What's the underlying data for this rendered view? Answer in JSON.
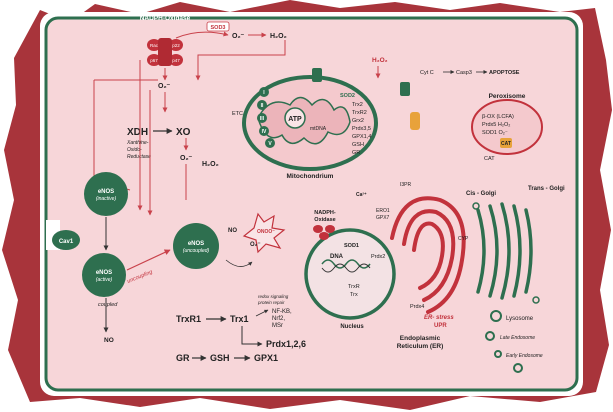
{
  "diagram": {
    "colors": {
      "background_splash": "#a8343b",
      "cell_fill": "#f7d6d9",
      "membrane_green": "#2e6f4f",
      "enzyme_red": "#c2323c",
      "arrow_red": "#c9424b",
      "nucleus_fill": "#f3e2e4",
      "mito_fill": "#f4c9cd",
      "dark_text": "#222222"
    },
    "labels": {
      "nadph_oxidase_top": "NADPH-Oxidase",
      "rac": "Rac",
      "p22": "p22",
      "p67": "p67",
      "p47": "p47",
      "sod3": "SOD3",
      "o2_top": "O₂⁻",
      "h2o2_top": "H₂O₂",
      "o2_left": "O₂⁻",
      "xdh": "XDH",
      "xo": "XO",
      "xanthine_name": "Xanthine-\nOxido-\nReductase",
      "o2_xo": "O₂⁻",
      "h2o2_mid": "H₂O₂",
      "etc": "ETC",
      "complex": [
        "I",
        "II",
        "III",
        "IV",
        "V"
      ],
      "atp": "ATP",
      "mtdna": "mtDNA",
      "sod2": "SOD2",
      "mito_list": [
        "Trx2",
        "TrxR2",
        "Grx2",
        "Prdx3,5",
        "GPX1,4",
        "GSH",
        "GR"
      ],
      "mito_title": "Mitochondrium",
      "h2o2_mito": "H₂O₂",
      "cytc": "Cyt C",
      "casp3": "Casp3",
      "apoptose": "APOPTOSE",
      "peroxisome": "Peroxisome",
      "perox_list": [
        "β-OX (LCFA)",
        "Prdx5   H₂O₂",
        "SOD1     O₂⁻"
      ],
      "cat1": "CAT",
      "cat2": "CAT",
      "enos_inactive": "eNOS\n(inactive)",
      "cav1": "Cav1",
      "enos_active": "eNOS\n(active)",
      "coupled": "coupled",
      "no_bottom": "NO",
      "uncoupling": "uncoupling",
      "enos_uncoupled": "eNOS\n(uncoupled)",
      "no_mid": "NO",
      "onoo": "ONOO⁻",
      "o2_enos": "O₂⁻",
      "nadph_oxidase_nuc": "NADPH-\nOxidase",
      "sod1": "SOD1",
      "dna": "DNA",
      "prdx2": "Prdx2",
      "trxr": "TrxR",
      "trx": "Trx",
      "nucleus": "Nucleus",
      "ero1": "ERO1",
      "gpx7": "GPX7",
      "ca": "Ca²⁺",
      "i3pr": "I3PR",
      "cyp": "CYP",
      "prdx4": "Prdx4",
      "er_stress": "ER- stress",
      "upr": "UPR",
      "er_title": "Endoplasmic\nReticulum (ER)",
      "cis_golgi": "Cis - Golgi",
      "trans_golgi": "Trans - Golgi",
      "lysosome": "Lysosome",
      "late_endosome": "Late Endosome",
      "early_endosome": "Early Endosome",
      "trxr1": "TrxR1",
      "trx1": "Trx1",
      "redox_signal": "redox signaling\nprotein repair",
      "targets": "NF-KB,\nNrf2,\nMSr",
      "prdx126": "Prdx1,2,6",
      "gr": "GR",
      "gsh": "GSH",
      "gpx1": "GPX1"
    }
  }
}
